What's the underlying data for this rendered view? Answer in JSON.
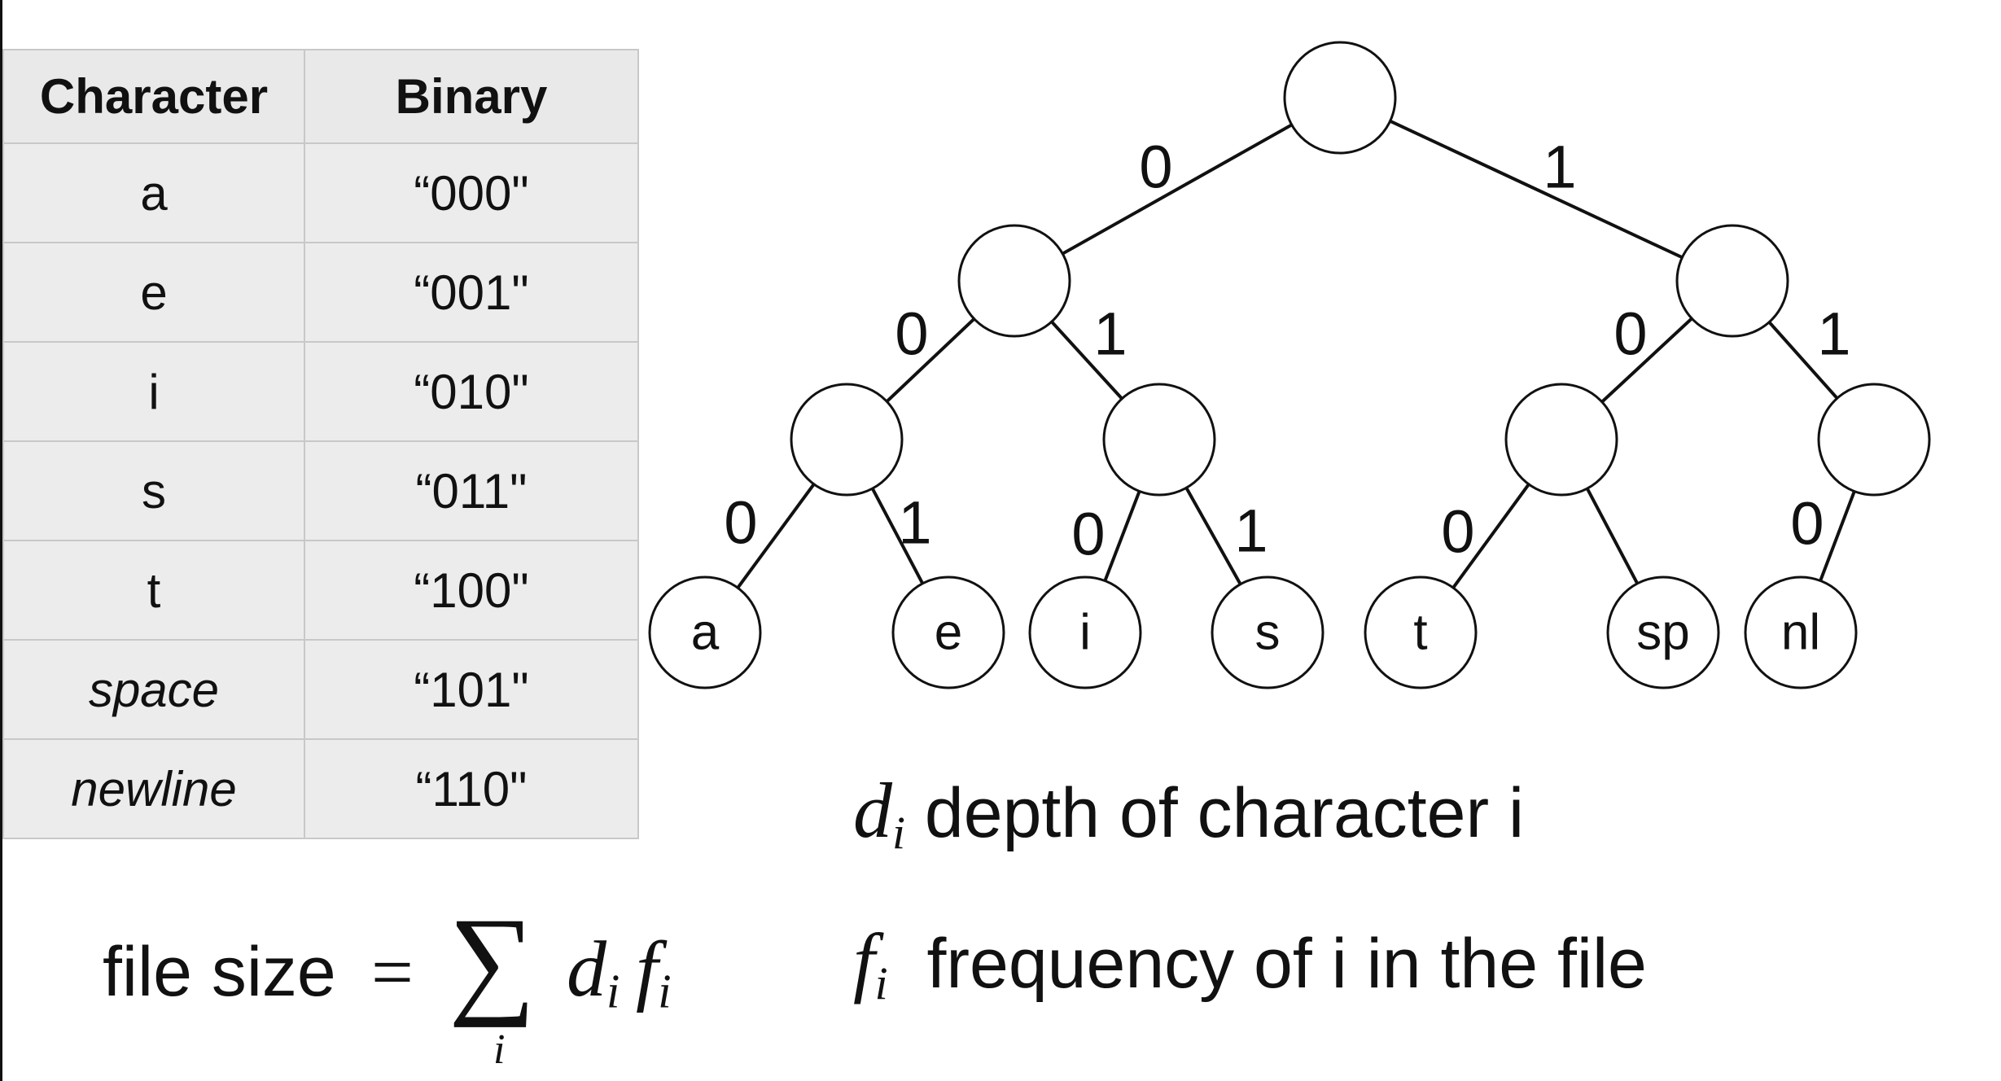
{
  "table": {
    "headers": [
      "Character",
      "Binary"
    ],
    "rows": [
      {
        "char": "a",
        "binary": "“000\"",
        "italic": false
      },
      {
        "char": "e",
        "binary": "“001\"",
        "italic": false
      },
      {
        "char": "i",
        "binary": "“010\"",
        "italic": false
      },
      {
        "char": "s",
        "binary": "“011\"",
        "italic": false
      },
      {
        "char": "t",
        "binary": "“100\"",
        "italic": false
      },
      {
        "char": "space",
        "binary": "“101\"",
        "italic": true
      },
      {
        "char": "newline",
        "binary": "“110\"",
        "italic": true
      }
    ]
  },
  "tree": {
    "nodes": [
      {
        "id": "root",
        "label": ""
      },
      {
        "id": "n0",
        "label": ""
      },
      {
        "id": "n1",
        "label": ""
      },
      {
        "id": "n00",
        "label": ""
      },
      {
        "id": "n01",
        "label": ""
      },
      {
        "id": "n10",
        "label": ""
      },
      {
        "id": "n11",
        "label": ""
      },
      {
        "id": "leaf-a",
        "label": "a"
      },
      {
        "id": "leaf-e",
        "label": "e"
      },
      {
        "id": "leaf-i",
        "label": "i"
      },
      {
        "id": "leaf-s",
        "label": "s"
      },
      {
        "id": "leaf-t",
        "label": "t"
      },
      {
        "id": "leaf-sp",
        "label": "sp"
      },
      {
        "id": "leaf-nl",
        "label": "nl"
      }
    ],
    "edges": [
      {
        "from": "root",
        "to": "n0",
        "bit": "0"
      },
      {
        "from": "root",
        "to": "n1",
        "bit": "1"
      },
      {
        "from": "n0",
        "to": "n00",
        "bit": "0"
      },
      {
        "from": "n0",
        "to": "n01",
        "bit": "1"
      },
      {
        "from": "n1",
        "to": "n10",
        "bit": "0"
      },
      {
        "from": "n1",
        "to": "n11",
        "bit": "1"
      },
      {
        "from": "n00",
        "to": "leaf-a",
        "bit": "0"
      },
      {
        "from": "n00",
        "to": "leaf-e",
        "bit": "1"
      },
      {
        "from": "n01",
        "to": "leaf-i",
        "bit": "0"
      },
      {
        "from": "n01",
        "to": "leaf-s",
        "bit": "1"
      },
      {
        "from": "n10",
        "to": "leaf-t",
        "bit": "0"
      },
      {
        "from": "n10",
        "to": "leaf-sp",
        "bit": ""
      },
      {
        "from": "n11",
        "to": "leaf-nl",
        "bit": "0"
      }
    ]
  },
  "formula": {
    "lhs": "file size",
    "equals": "=",
    "sigma": "∑",
    "index": "i",
    "d": "d",
    "f": "f",
    "sub": "i"
  },
  "legend": {
    "d_symbol": "d",
    "d_sub": "i",
    "d_text": "depth of character i",
    "f_symbol": "f",
    "f_sub": "i",
    "f_text": "frequency of i in the file"
  }
}
